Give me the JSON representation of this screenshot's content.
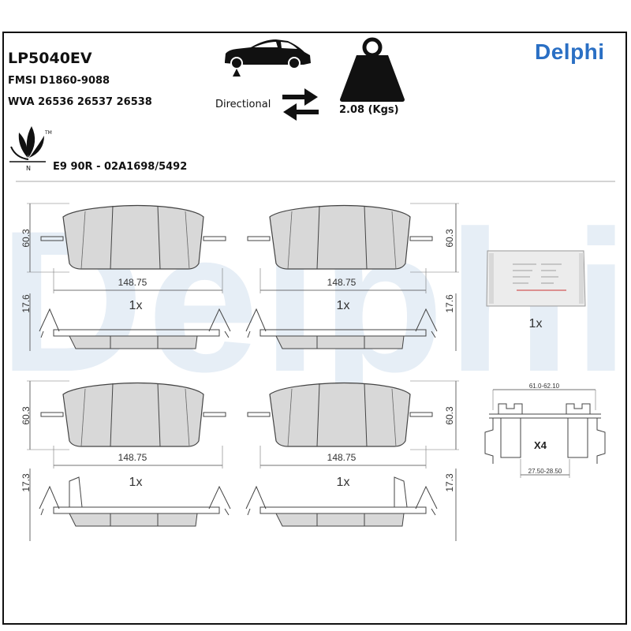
{
  "header": {
    "part_number": "LP5040EV",
    "fmsi": "FMSI D1860-9088",
    "wva": "WVA 26536 26537 26538",
    "approval": "E9 90R - 02A1698/5492",
    "directional_label": "Directional",
    "weight_label": "2.08 (Kgs)",
    "brand": "Delphi",
    "eco_mark": "N",
    "tm_mark": "TM"
  },
  "watermark": {
    "text": "Delphi",
    "color": "#e6eef6"
  },
  "pads": [
    {
      "width": "148.75",
      "height": "60.3",
      "thickness": "17.6",
      "qty": "1x"
    },
    {
      "width": "148.75",
      "height": "60.3",
      "thickness": "17.6",
      "qty": "1x"
    },
    {
      "width": "148.75",
      "height": "60.3",
      "thickness": "17.3",
      "qty": "1x"
    },
    {
      "width": "148.75",
      "height": "60.3",
      "thickness": "17.3",
      "qty": "1x"
    }
  ],
  "accessories": {
    "grease_qty": "1x",
    "clip_qty": "X4",
    "clip_top_dim": "61.0-62.10",
    "clip_bottom_dim": "27.50-28.50"
  },
  "colors": {
    "pad_fill": "#d8d8d8",
    "line": "#444444",
    "brand": "#2a6fc4"
  }
}
